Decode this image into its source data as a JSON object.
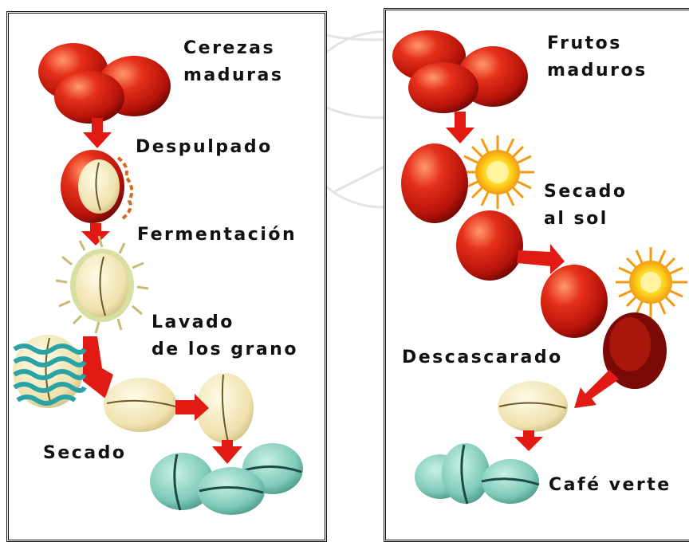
{
  "colors": {
    "cherry": "#d81e10",
    "cherry_dark": "#8a0c06",
    "arrow": "#e11b14",
    "sun": "#f6c21a",
    "bean_cream": "#f4eac0",
    "bean_green": "#86cfc0",
    "panel_border": "#111111"
  },
  "left_panel": {
    "steps": [
      {
        "line1": "Cerezas",
        "line2": "maduras"
      },
      {
        "line1": "Despulpado"
      },
      {
        "line1": "Fermentación"
      },
      {
        "line1": "Lavado",
        "line2": "de los grano"
      },
      {
        "line1": "Secado"
      }
    ]
  },
  "right_panel": {
    "steps": [
      {
        "line1": "Frutos",
        "line2": "maduros"
      },
      {
        "line1": "Secado",
        "line2": "al sol"
      },
      {
        "line1": "Descascarado"
      },
      {
        "line1": "Café verte"
      }
    ]
  }
}
